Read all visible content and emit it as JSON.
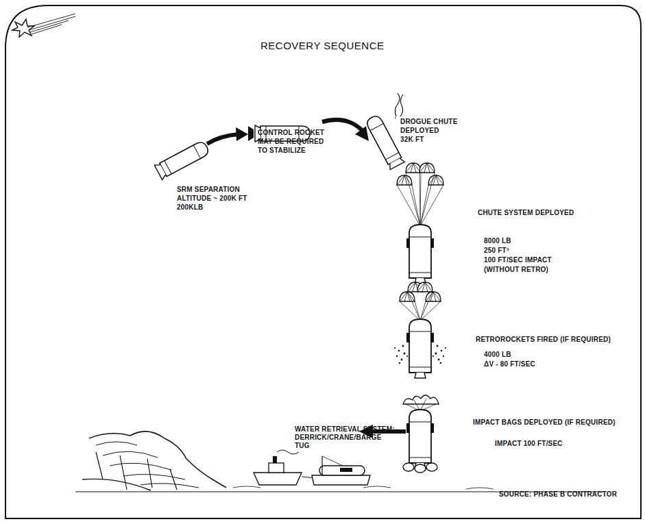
{
  "diagram": {
    "title": "RECOVERY SEQUENCE",
    "labels": [
      "SRM SEPARATION",
      "ALTITUDE ~ 200K FT",
      "200KLB",
      "CONTROL ROCKET",
      "MAY BE REQUIRED",
      "TO STABILIZE",
      "DROGUE CHUTE",
      "DEPLOYED",
      "32K FT",
      "CHUTE SYSTEM DEPLOYED",
      "8000 LB",
      "250 FT³",
      "100 FT/SEC IMPACT",
      "(WITHOUT RETRO)",
      "RETROROCKETS FIRED (IF REQUIRED)",
      "4000 LB",
      "ΔV - 80 FT/SEC",
      "IMPACT BAGS DEPLOYED (IF REQUIRED)",
      "IMPACT 100 FT/SEC",
      "WATER RETRIEVAL SYSTEM:",
      "DERRICK/CRANE/BARGE",
      "TUG",
      "SOURCE: PHASE B CONTRACTOR"
    ]
  }
}
